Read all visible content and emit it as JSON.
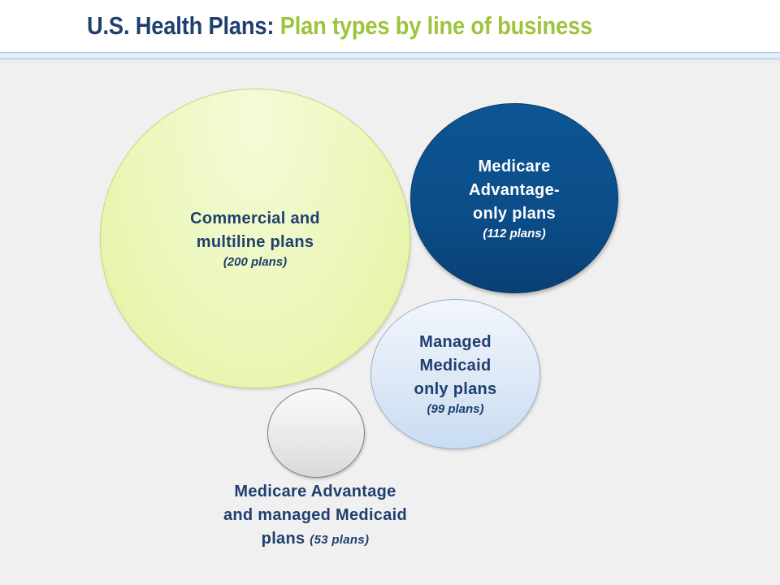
{
  "header": {
    "title_main": "U.S. Health Plans:",
    "title_sub": "Plan types by line of business",
    "colors": {
      "main": "#1f3f6e",
      "sub": "#9cc43c"
    }
  },
  "bubbles": [
    {
      "id": "commercial",
      "lines": [
        "Commercial and",
        "multiline plans"
      ],
      "count": "(200 plans)",
      "value": 200,
      "color": "#e8f5b0"
    },
    {
      "id": "medicare-advantage-only",
      "lines": [
        "Medicare",
        "Advantage-",
        "only plans"
      ],
      "count": "(112 plans)",
      "value": 112,
      "color": "#0b4d88"
    },
    {
      "id": "managed-medicaid-only",
      "lines": [
        "Managed",
        "Medicaid",
        "only plans"
      ],
      "count": "(99 plans)",
      "value": 99,
      "color": "#dde8f6"
    },
    {
      "id": "medicare-advantage-and-medicaid",
      "lines": [
        "Medicare Advantage",
        "and managed Medicaid",
        "plans"
      ],
      "count": "(53 plans)",
      "value": 53,
      "color": "#e8e8e8"
    }
  ],
  "chart_data": {
    "type": "bubble",
    "title": "U.S. Health Plans: Plan types by line of business",
    "categories": [
      "Commercial and multiline plans",
      "Medicare Advantage-only plans",
      "Managed Medicaid only plans",
      "Medicare Advantage and managed Medicaid plans"
    ],
    "values": [
      200,
      112,
      99,
      53
    ],
    "units": "plans"
  }
}
